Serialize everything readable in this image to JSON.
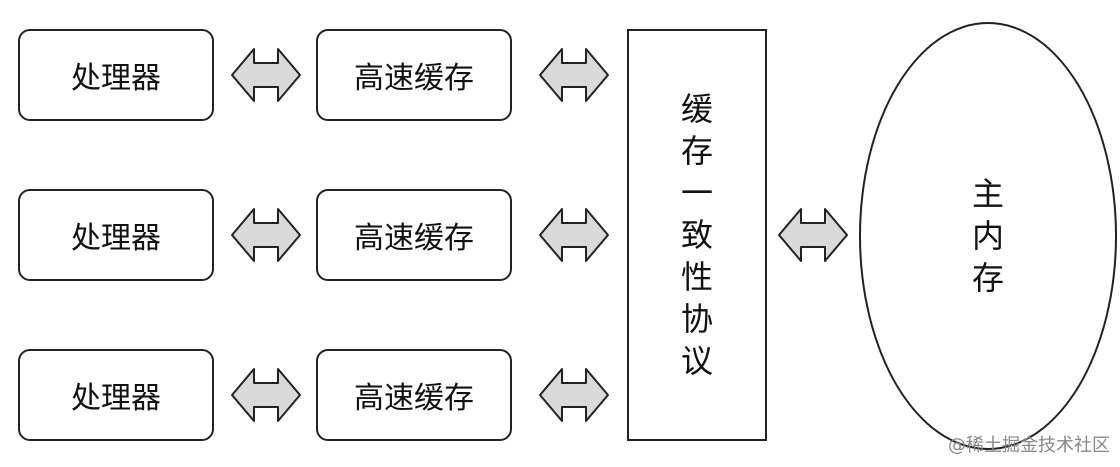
{
  "diagram": {
    "processor_label": "处理器",
    "cache_label": "高速缓存",
    "protocol_label": "缓存一致性协议",
    "memory_label": "主内存",
    "arrow_color": "#d9d9d9",
    "line_color": "#222222"
  },
  "watermark": "@稀土掘金技术社区"
}
